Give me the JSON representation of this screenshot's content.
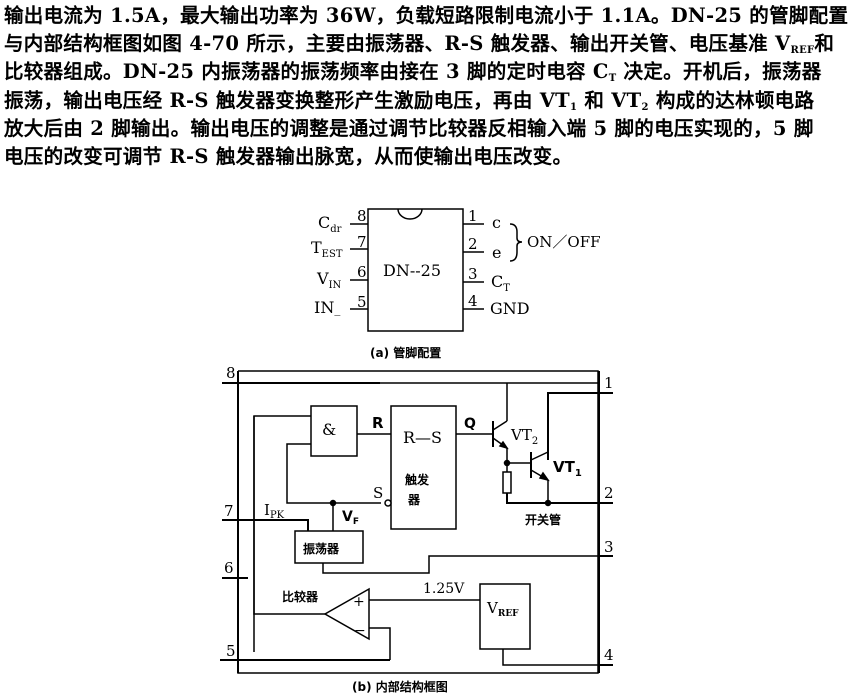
{
  "paragraph": {
    "lines": [
      "输出电流为 1.5A，最大输出功率为 36W，负载短路限制电流小于 1.1A。DN-25 的管脚配置",
      "与内部结构框图如图 4-70 所示，主要由振荡器、R-S 触发器、输出开关管、电压基准 V",
      "比较器组成。DN-25 内振荡器的振荡频率由接在 3 脚的定时电容 C",
      "振荡，输出电压经 R-S 触发器变换整形产生激励电压，再由 VT",
      "放大后由 2 脚输出。输出电压的调整是通过调节比较器反相输入端 5 脚的电压实现的，5 脚",
      "电压的改变可调节 R-S 触发器输出脉宽，从而使输出电压改变。"
    ],
    "line2_sub": "REF",
    "line2_tail": "和",
    "line3_sub": "T",
    "line3_tail": " 决定。开机后，振荡器",
    "line4_sub1": "1",
    "line4_mid": " 和 VT",
    "line4_sub2": "2",
    "line4_tail": " 构成的达林顿电路"
  },
  "pinout": {
    "chip_label": "DN--25",
    "left_pins": [
      {
        "num": "8",
        "name": "C",
        "sub": "dr"
      },
      {
        "num": "7",
        "name": "T",
        "sub": "EST"
      },
      {
        "num": "6",
        "name": "V",
        "sub": "IN"
      },
      {
        "num": "5",
        "name": "IN",
        "sub": "_"
      }
    ],
    "right_pins": [
      {
        "num": "1",
        "name": "c",
        "sub": ""
      },
      {
        "num": "2",
        "name": "e",
        "sub": ""
      },
      {
        "num": "3",
        "name": "C",
        "sub": "T"
      },
      {
        "num": "4",
        "name": "GND",
        "sub": ""
      }
    ],
    "brace_label": "ON／OFF",
    "caption": "(a)  管脚配置"
  },
  "block": {
    "pins": {
      "p8": "8",
      "p7": "7",
      "p6": "6",
      "p5": "5",
      "p1": "1",
      "p2": "2",
      "p3": "3",
      "p4": "4"
    },
    "and_gate": "&",
    "rs_title": "R—S",
    "rs_body1": "触发",
    "rs_body2": "器",
    "r_label": "R",
    "s_label": "S",
    "q_label": "Q",
    "vt2": "VT",
    "vt2_sub": "2",
    "vt1": "VT",
    "vt1_sub": "1",
    "switch_label": "开关管",
    "ipk": "I",
    "ipk_sub": "PK",
    "vf": "V",
    "vf_sub": "F",
    "oscillator": "振荡器",
    "comparator": "比较器",
    "plus": "+",
    "minus": "−",
    "vref_voltage": "1.25V",
    "vref": "V",
    "vref_sub": "REF",
    "caption": "(b)  内部结构框图"
  }
}
